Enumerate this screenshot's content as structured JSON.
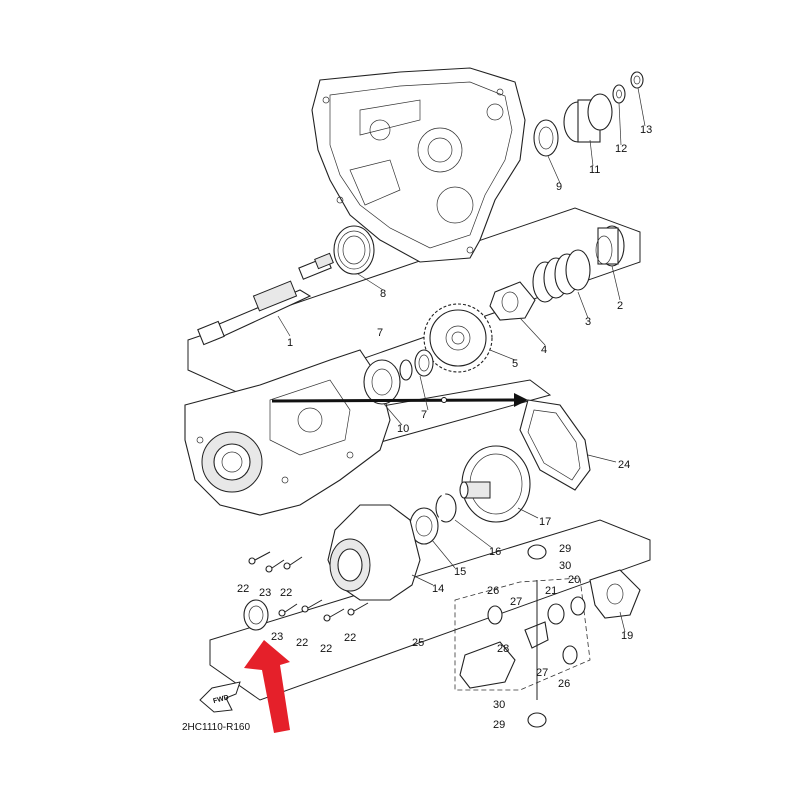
{
  "diagram": {
    "code": "2HC1110-R160",
    "fwd_label": "FWD",
    "part_labels": [
      "1",
      "2",
      "3",
      "4",
      "5",
      "7",
      "7",
      "8",
      "9",
      "10",
      "11",
      "12",
      "13",
      "14",
      "15",
      "16",
      "17",
      "19",
      "20",
      "21",
      "22",
      "22",
      "22",
      "22",
      "22",
      "23",
      "23",
      "24",
      "25",
      "26",
      "26",
      "27",
      "27",
      "28",
      "29",
      "29",
      "30",
      "30"
    ]
  },
  "colors": {
    "arrow": "#e5202a",
    "line": "#222222"
  }
}
